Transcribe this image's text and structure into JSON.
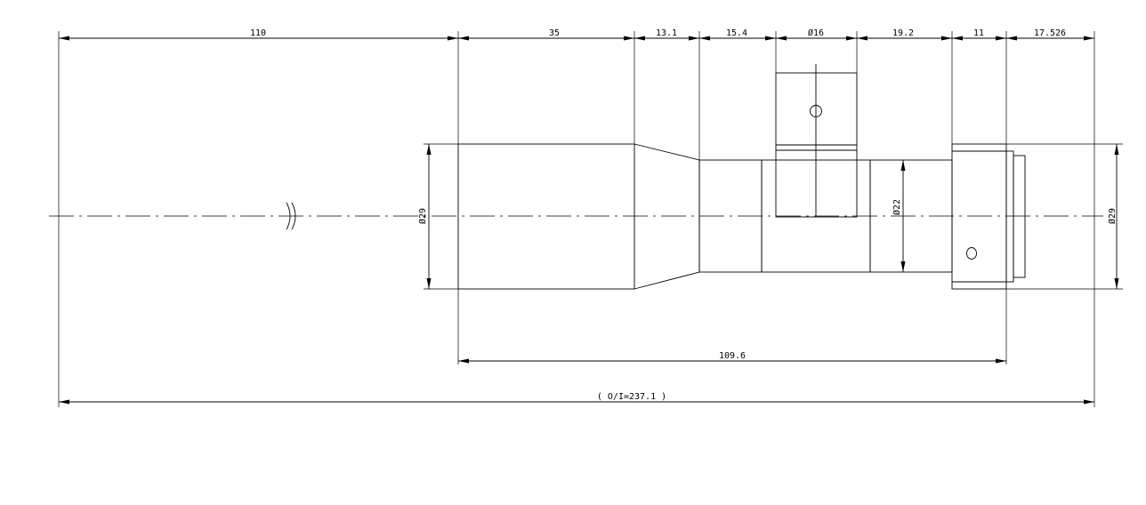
{
  "drawing": {
    "dims_top": [
      "110",
      "35",
      "13.1",
      "15.4",
      "Ø16",
      "19.2",
      "11",
      "17.526"
    ],
    "dia_left": "Ø29",
    "dia_inner": "Ø22",
    "dia_right": "Ø29",
    "length_body": "109.6",
    "length_total": "( O/I=237.1 )"
  }
}
